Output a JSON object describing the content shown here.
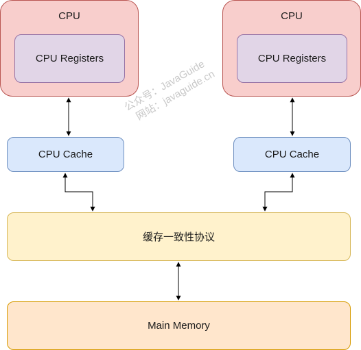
{
  "nodes": {
    "cpu_left": {
      "title": "CPU",
      "registers": "CPU Registers"
    },
    "cpu_right": {
      "title": "CPU",
      "registers": "CPU Registers"
    },
    "cache_left": "CPU Cache",
    "cache_right": "CPU Cache",
    "protocol": "缓存一致性协议",
    "memory": "Main Memory"
  },
  "watermark": {
    "line1": "公众号：JavaGuide",
    "line2": "网站：javaguide.cn"
  },
  "colors": {
    "cpu_fill": "#f8cecc",
    "cpu_border": "#b85450",
    "registers_fill": "#e1d5e7",
    "registers_border": "#9673a6",
    "cache_fill": "#dae8fc",
    "cache_border": "#6c8ebf",
    "protocol_fill": "#fff2cc",
    "protocol_border": "#d6b656",
    "memory_fill": "#ffe6cc",
    "memory_border": "#d79b00"
  }
}
